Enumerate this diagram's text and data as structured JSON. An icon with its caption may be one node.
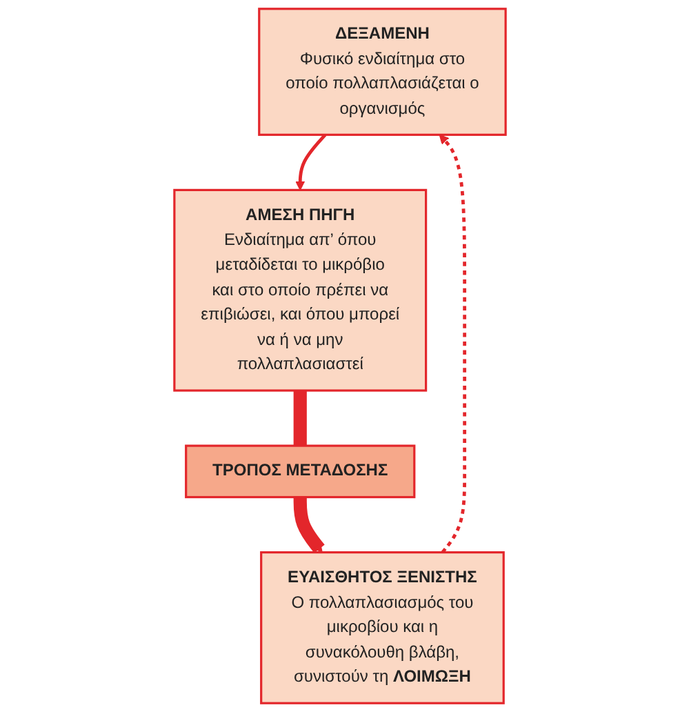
{
  "diagram": {
    "nodes": [
      {
        "text": [
          "ΔΕΞΑΜΕΝΗ",
          "Φυσικό ενδιαίτημα στο οποίο πολλαπλασιάζεται ο οργανισμός"
        ]
      },
      {
        "text": [
          "ΑΜΕΣΗ ΠΗΓΗ",
          "Ενδιαίτημα απ’ όπου μεταδίδεται το μικρόβιο και στο οποίο πρέπει να επιβιώσει, και όπου μπορεί να ή να μην πολλαπλασιαστεί"
        ]
      },
      {
        "text": [
          "ΕΥΑΙΣΘΗΤΟΣ ΞΕΝΙΣΤΗΣ",
          "Ο πολλαπλασιασμός του μικροβίου και η συνακόλουθη βλάβη, συνιστούν τη **ΛΟΙΜΩΞΗ**"
        ]
      },
      {
        "text": [
          "ΤΡΟΠΟΣ ΜΕΤΑΔΟΣΗΣ"
        ]
      }
    ],
    "edges": [
      {
        "from": 0,
        "to": 1,
        "arrow": "to"
      },
      {
        "from": 1,
        "to": 3,
        "arrow": "none",
        "style": "thick"
      },
      {
        "from": 3,
        "to": 2,
        "arrow": "to",
        "style": "thick"
      },
      {
        "from": 2,
        "to": 0,
        "arrow": "to",
        "style": "dashed"
      }
    ]
  }
}
